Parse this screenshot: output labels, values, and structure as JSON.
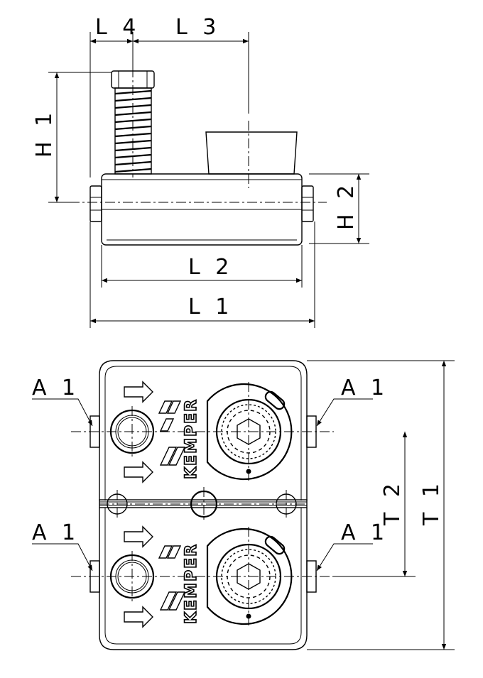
{
  "dimensions": {
    "L1": "L 1",
    "L2": "L 2",
    "L3": "L 3",
    "L4": "L 4",
    "H1": "H 1",
    "H2": "H 2",
    "T1": "T 1",
    "T2": "T 2",
    "A1": "A 1"
  },
  "brand": "KEMPER"
}
